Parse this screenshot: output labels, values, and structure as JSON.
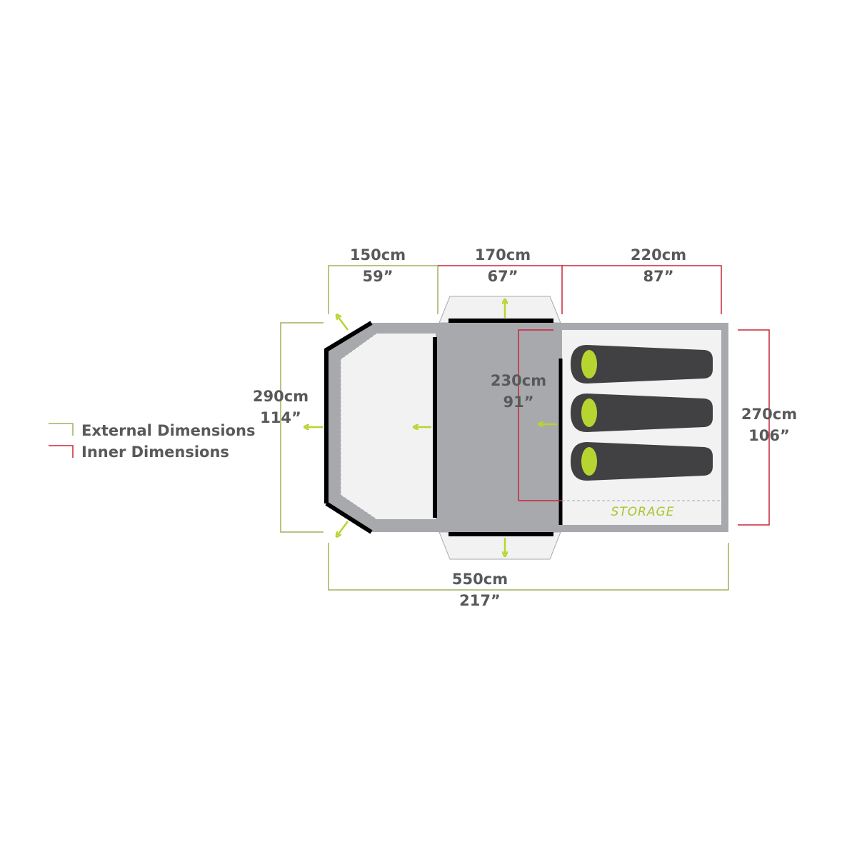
{
  "colors": {
    "external": "#9bb359",
    "inner": "#c8253c",
    "arrow": "#b6d531",
    "wall": "#a7a9ac",
    "floor": "#f2f2f2",
    "text": "#58595b",
    "bag": "#414042",
    "bag_head": "#b6d531"
  },
  "legend": {
    "external": "External Dimensions",
    "inner": "Inner Dimensions"
  },
  "dimensions": {
    "porch": {
      "cm": "150cm",
      "in": "59”"
    },
    "living": {
      "cm": "170cm",
      "in": "67”"
    },
    "bedroom_length": {
      "cm": "220cm",
      "in": "87”"
    },
    "total_width": {
      "cm": "290cm",
      "in": "114”"
    },
    "bedroom_width": {
      "cm": "270cm",
      "in": "106”"
    },
    "inner_width": {
      "cm": "230cm",
      "in": "91”"
    },
    "total_length": {
      "cm": "550cm",
      "in": "217”"
    }
  },
  "storage_label": "STORAGE"
}
